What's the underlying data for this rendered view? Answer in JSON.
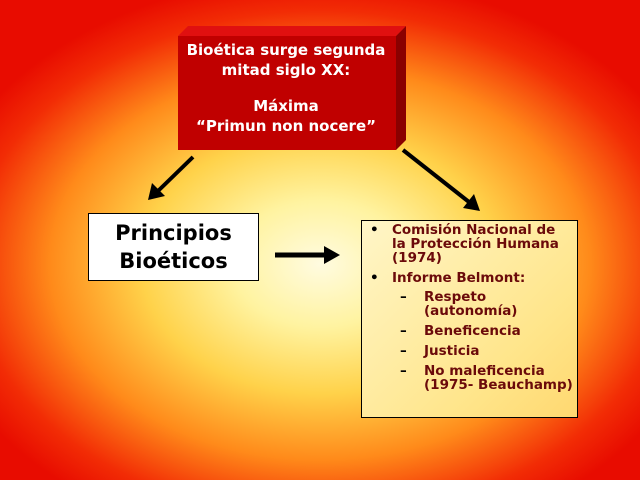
{
  "top_box": {
    "line1": "Bioética surge segunda",
    "line2": "mitad siglo XX:",
    "line3": "Máxima",
    "line4": "“Primun non nocere”",
    "fill_color": "#c00000"
  },
  "principios_box": {
    "line1": "Principios",
    "line2": "Bioéticos"
  },
  "list_box": {
    "items": [
      {
        "bullet": "•",
        "text_lines": [
          "Comisión Nacional de",
          "la Protección Humana",
          "(1974)"
        ]
      },
      {
        "bullet": "•",
        "text_lines": [
          "Informe Belmont:"
        ],
        "subitems": [
          {
            "dash": "–",
            "text_lines": [
              "Respeto",
              "(autonomía)"
            ]
          },
          {
            "dash": "–",
            "text_lines": [
              "Beneficencia"
            ]
          },
          {
            "dash": "–",
            "text_lines": [
              "Justicia"
            ]
          },
          {
            "dash": "–",
            "text_lines": [
              "No maleficencia",
              "(1975- Beauchamp)"
            ]
          }
        ]
      }
    ],
    "text_color": "#6b0a0a"
  },
  "colors": {
    "background_center": "#fffbe0",
    "background_edge": "#e80c00",
    "arrow": "#000000"
  }
}
